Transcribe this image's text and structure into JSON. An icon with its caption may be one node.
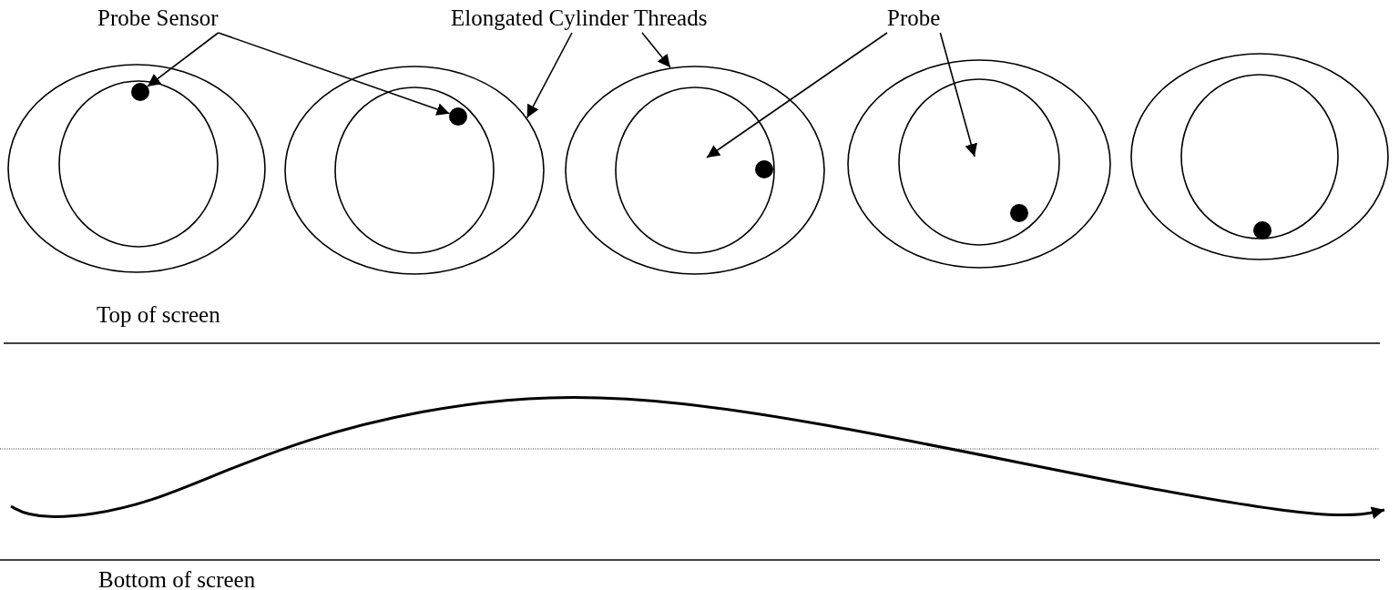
{
  "diagram": {
    "nodes": [
      {
        "text": [
          "Probe Sensor"
        ]
      },
      {
        "text": [
          "Elongated Cylinder Threads"
        ]
      },
      {
        "text": [
          "Probe"
        ]
      },
      {
        "text": [],
        "shape": "ellipse"
      },
      {
        "text": [],
        "shape": "ellipse"
      },
      {
        "text": [],
        "shape": "ellipse"
      },
      {
        "text": [],
        "shape": "ellipse"
      },
      {
        "text": [],
        "shape": "ellipse"
      },
      {
        "text": [],
        "shape": "circle",
        "in": 3
      },
      {
        "text": [],
        "shape": "circle",
        "in": 4
      },
      {
        "text": [],
        "shape": "circle",
        "in": 5
      },
      {
        "text": [],
        "shape": "circle",
        "in": 6
      },
      {
        "text": [],
        "shape": "circle",
        "in": 7
      }
    ],
    "edges": [
      {
        "from": 0,
        "to": 8,
        "arrow": "to"
      },
      {
        "from": 0,
        "to": 9,
        "arrow": "to"
      },
      {
        "from": 1,
        "to": 4,
        "arrow": "to"
      },
      {
        "from": 1,
        "to": 5,
        "arrow": "to"
      },
      {
        "from": 2,
        "to": null,
        "arrow": "to"
      },
      {
        "from": 2,
        "to": null,
        "arrow": "to"
      }
    ],
    "labels": [
      "Top of screen",
      "Bottom of screen"
    ]
  }
}
